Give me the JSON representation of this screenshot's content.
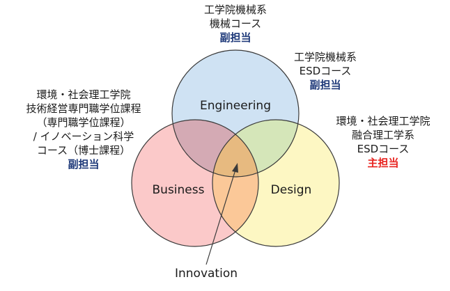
{
  "diagram": {
    "circles": [
      {
        "id": "engineering",
        "label": "Engineering",
        "fill": "#cfe2f3"
      },
      {
        "id": "business",
        "label": "Business",
        "fill": "#fbc9c9"
      },
      {
        "id": "design",
        "label": "Design",
        "fill": "#fdf7c3"
      }
    ],
    "overlap_colors": {
      "engineering_business": "#d4aab4",
      "engineering_design": "#d5e6b9",
      "business_design": "#fbc898",
      "center": "#e7ba80"
    },
    "stroke_color": "#3a3a3a",
    "center_label": "Innovation"
  },
  "annotations": {
    "top": {
      "line1": "工学院機械系",
      "line2": "機械コース",
      "role": "副担当"
    },
    "right_top": {
      "line1": "工学院機械系",
      "line2": "ESDコース",
      "role": "副担当"
    },
    "left": {
      "line1": "環境・社会理工学院",
      "line2": "技術経営専門職学位課程",
      "line3": "（専門職学位課程）",
      "line4": "/ イノベーション科学",
      "line5": "コース（博士課程）",
      "role": "副担当"
    },
    "right": {
      "line1": "環境・社会理工学院",
      "line2": "融合理工学系",
      "line3": "ESDコース",
      "role": "主担当"
    }
  },
  "colors": {
    "secondary_role": "#1f3a7a",
    "primary_role": "#e8231f",
    "text": "#1a1a1a"
  }
}
